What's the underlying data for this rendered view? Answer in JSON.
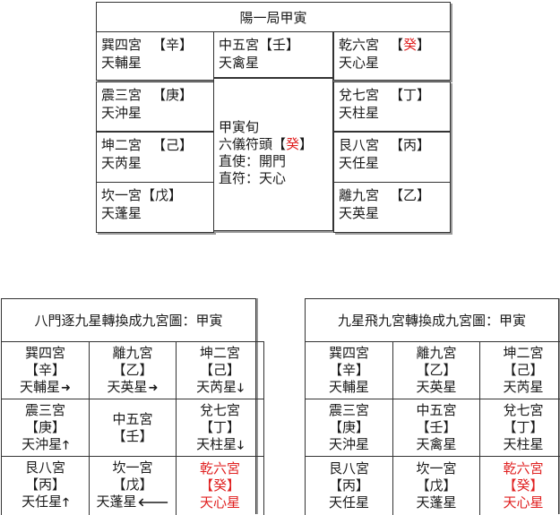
{
  "top_chart": {
    "title": "陽一局甲寅",
    "cells": {
      "xun4": {
        "palace": "巽四宮",
        "stem": "【辛】",
        "star": "天輔星",
        "stem_color": "#1a1a1a"
      },
      "zhong5": {
        "palace": "中五宮",
        "stem": "【壬】",
        "star": "天禽星",
        "stem_color": "#1a1a1a"
      },
      "qian6": {
        "palace": "乾六宮",
        "stem_open": "【",
        "stem_char": "癸",
        "stem_close": "】",
        "star": "天心星",
        "stem_color": "#e02020"
      },
      "zhen3": {
        "palace": "震三宮",
        "stem": "【庚】",
        "star": "天沖星"
      },
      "dui7": {
        "palace": "兌七宮",
        "stem": "【丁】",
        "star": "天柱星"
      },
      "kun2": {
        "palace": "坤二宮",
        "stem": "【己】",
        "star": "天芮星"
      },
      "gen8": {
        "palace": "艮八宮",
        "stem": "【丙】",
        "star": "天任星"
      },
      "kan1": {
        "palace": "坎一宮",
        "stem": "【戊】",
        "star": "天蓬星"
      },
      "li9": {
        "palace": "離九宮",
        "stem": "【乙】",
        "star": "天英星"
      }
    },
    "center_info": {
      "line1": "甲寅旬",
      "line2_prefix": "六儀符頭【",
      "line2_stem": "癸",
      "line2_suffix": "】",
      "line3": "直使：開門",
      "line4": "直符：天心"
    }
  },
  "left_chart": {
    "title": "八門逐九星轉換成九宮圖：甲寅",
    "rows": [
      [
        {
          "palace": "巽四宮",
          "stem": "【辛】",
          "star": "天輔星",
          "arrow": "➜",
          "arrow_icon": "arrow-right-icon"
        },
        {
          "palace": "離九宮",
          "stem": "【乙】",
          "star": "天英星",
          "arrow": "➜",
          "arrow_icon": "arrow-right-icon"
        },
        {
          "palace": "坤二宮",
          "stem": "【己】",
          "star": "天芮星",
          "arrow": "🠗",
          "arrow_icon": "arrow-down-icon"
        }
      ],
      [
        {
          "palace": "震三宮",
          "stem": "【庚】",
          "star": "天沖星",
          "arrow": "🠕",
          "arrow_icon": "arrow-up-icon"
        },
        {
          "palace": "中五宮",
          "stem": "【壬】",
          "star": ""
        },
        {
          "palace": "兌七宮",
          "stem": "【丁】",
          "star": "天柱星",
          "arrow": "🠗",
          "arrow_icon": "arrow-down-icon"
        }
      ],
      [
        {
          "palace": "艮八宮",
          "stem": "【丙】",
          "star": "天任星",
          "arrow": "🠕",
          "arrow_icon": "arrow-up-icon"
        },
        {
          "palace": "坎一宮",
          "stem": "【戊】",
          "star": "天蓬星",
          "arrow": "🠔",
          "arrow_icon": "arrow-left-icon"
        },
        {
          "palace": "乾六宮",
          "stem": "【癸】",
          "star": "天心星",
          "highlight": "#e02020"
        }
      ]
    ]
  },
  "right_chart": {
    "title": "九星飛九宮轉換成九宮圖：甲寅",
    "rows": [
      [
        {
          "palace": "巽四宮",
          "stem": "【辛】",
          "star": "天輔星"
        },
        {
          "palace": "離九宮",
          "stem": "【乙】",
          "star": "天英星"
        },
        {
          "palace": "坤二宮",
          "stem": "【己】",
          "star": "天芮星"
        }
      ],
      [
        {
          "palace": "震三宮",
          "stem": "【庚】",
          "star": "天沖星"
        },
        {
          "palace": "中五宮",
          "stem": "【壬】",
          "star": "天禽星"
        },
        {
          "palace": "兌七宮",
          "stem": "【丁】",
          "star": "天柱星"
        }
      ],
      [
        {
          "palace": "艮八宮",
          "stem": "【丙】",
          "star": "天任星"
        },
        {
          "palace": "坎一宮",
          "stem": "【戊】",
          "star": "天蓬星"
        },
        {
          "palace": "乾六宮",
          "stem": "【癸】",
          "star": "天心星",
          "highlight": "#e02020"
        }
      ]
    ]
  },
  "colors": {
    "line": "#333333",
    "highlight": "#e02020",
    "text": "#1a1a1a"
  }
}
